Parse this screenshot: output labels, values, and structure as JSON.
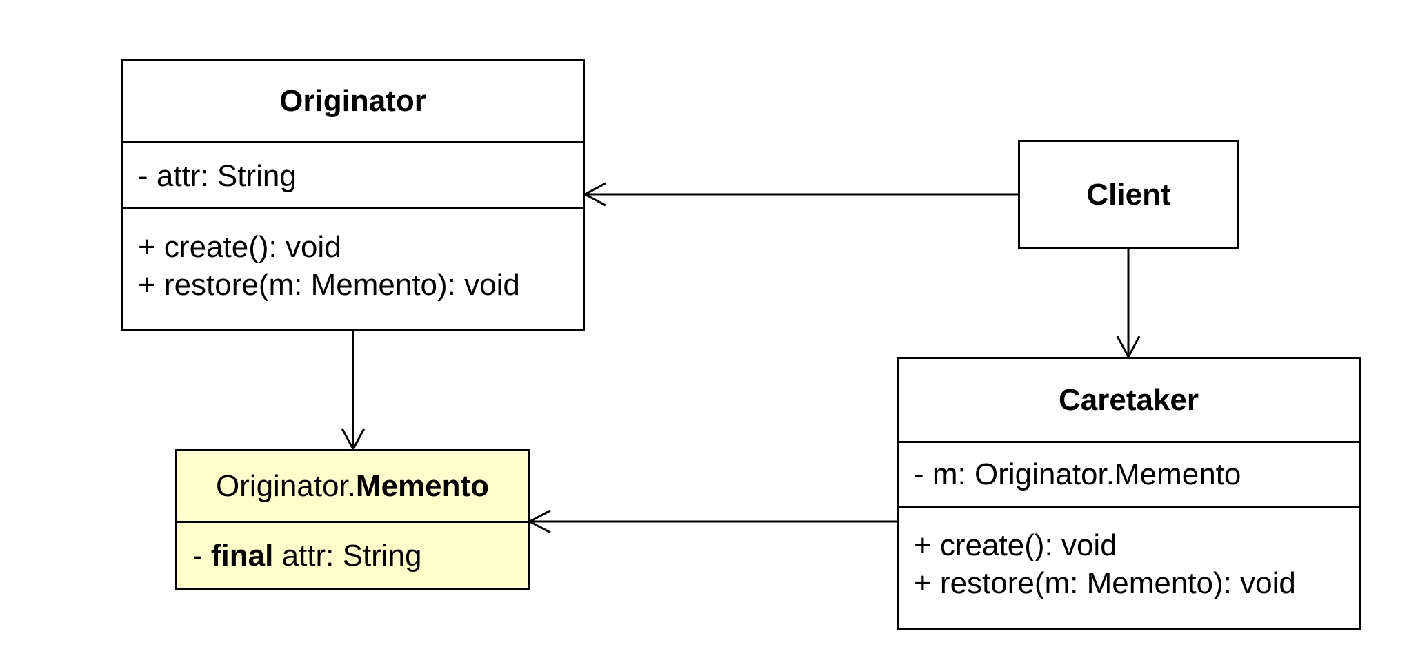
{
  "classes": {
    "originator": {
      "name": "Originator",
      "attributes": [
        "- attr: String"
      ],
      "methods": [
        "+ create(): void",
        "+ restore(m: Memento): void"
      ]
    },
    "client": {
      "name": "Client"
    },
    "caretaker": {
      "name": "Caretaker",
      "attributes": [
        "- m: Originator.Memento"
      ],
      "methods": [
        "+ create(): void",
        "+ restore(m: Memento): void"
      ]
    },
    "memento": {
      "name_prefix": "Originator.",
      "name_bold": "Memento",
      "attribute": {
        "prefix": "- ",
        "modifier": "final",
        "rest": " attr: String"
      },
      "fill_color": "#ffffcc"
    }
  },
  "relations": [
    {
      "from": "client",
      "to": "originator",
      "type": "association-open-arrow"
    },
    {
      "from": "client",
      "to": "caretaker",
      "type": "association-open-arrow"
    },
    {
      "from": "originator",
      "to": "memento",
      "type": "association-open-arrow"
    },
    {
      "from": "caretaker",
      "to": "memento",
      "type": "association-open-arrow"
    }
  ]
}
